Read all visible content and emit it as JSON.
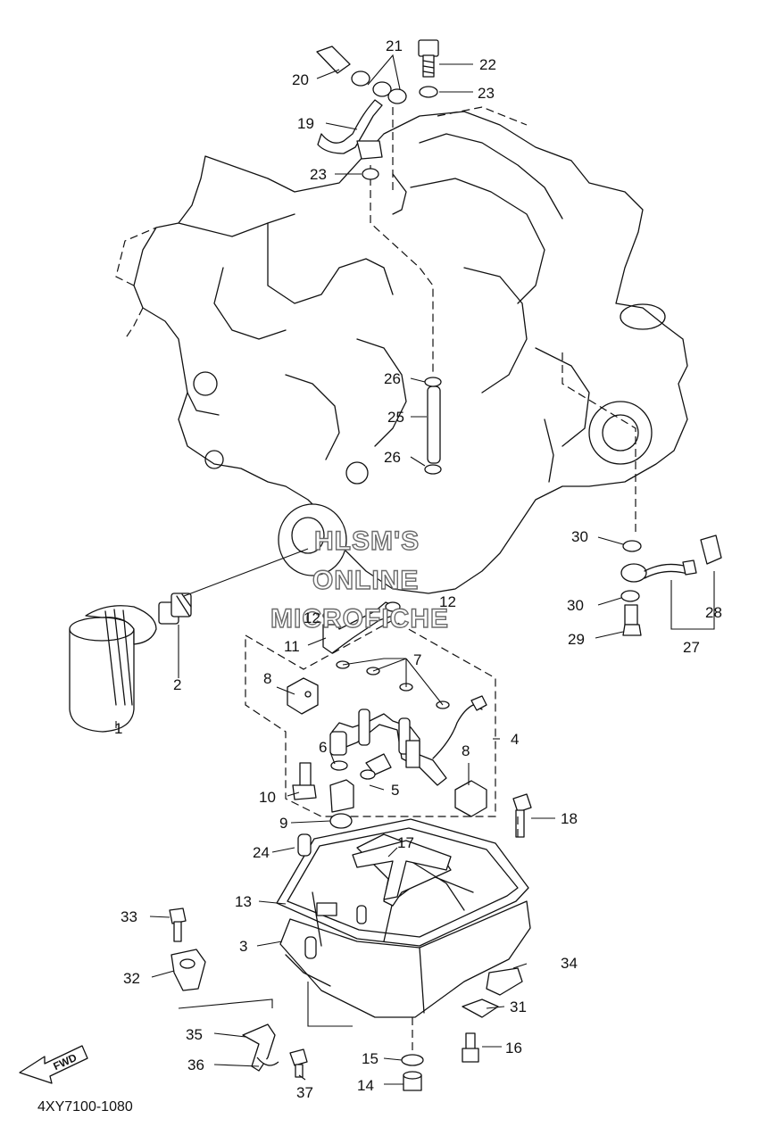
{
  "diagram_code": "4XY7100-1080",
  "watermark": [
    "HLSM'S",
    "ONLINE",
    "MICROFICHE"
  ],
  "direction_label": "FWD",
  "callouts": [
    {
      "id": "callout-1",
      "label": "1"
    },
    {
      "id": "callout-2",
      "label": "2"
    },
    {
      "id": "callout-3",
      "label": "3"
    },
    {
      "id": "callout-4",
      "label": "4"
    },
    {
      "id": "callout-5",
      "label": "5"
    },
    {
      "id": "callout-6",
      "label": "6"
    },
    {
      "id": "callout-7",
      "label": "7"
    },
    {
      "id": "callout-8a",
      "label": "8"
    },
    {
      "id": "callout-8b",
      "label": "8"
    },
    {
      "id": "callout-9",
      "label": "9"
    },
    {
      "id": "callout-10",
      "label": "10"
    },
    {
      "id": "callout-11",
      "label": "11"
    },
    {
      "id": "callout-12a",
      "label": "12"
    },
    {
      "id": "callout-12b",
      "label": "12"
    },
    {
      "id": "callout-13",
      "label": "13"
    },
    {
      "id": "callout-14",
      "label": "14"
    },
    {
      "id": "callout-15",
      "label": "15"
    },
    {
      "id": "callout-16",
      "label": "16"
    },
    {
      "id": "callout-17",
      "label": "17"
    },
    {
      "id": "callout-18",
      "label": "18"
    },
    {
      "id": "callout-19",
      "label": "19"
    },
    {
      "id": "callout-20",
      "label": "20"
    },
    {
      "id": "callout-21",
      "label": "21"
    },
    {
      "id": "callout-22",
      "label": "22"
    },
    {
      "id": "callout-23a",
      "label": "23"
    },
    {
      "id": "callout-23b",
      "label": "23"
    },
    {
      "id": "callout-24",
      "label": "24"
    },
    {
      "id": "callout-25",
      "label": "25"
    },
    {
      "id": "callout-26a",
      "label": "26"
    },
    {
      "id": "callout-26b",
      "label": "26"
    },
    {
      "id": "callout-27",
      "label": "27"
    },
    {
      "id": "callout-28",
      "label": "28"
    },
    {
      "id": "callout-29",
      "label": "29"
    },
    {
      "id": "callout-30a",
      "label": "30"
    },
    {
      "id": "callout-30b",
      "label": "30"
    },
    {
      "id": "callout-31",
      "label": "31"
    },
    {
      "id": "callout-32",
      "label": "32"
    },
    {
      "id": "callout-33",
      "label": "33"
    },
    {
      "id": "callout-34",
      "label": "34"
    },
    {
      "id": "callout-35",
      "label": "35"
    },
    {
      "id": "callout-36",
      "label": "36"
    },
    {
      "id": "callout-37",
      "label": "37"
    }
  ]
}
